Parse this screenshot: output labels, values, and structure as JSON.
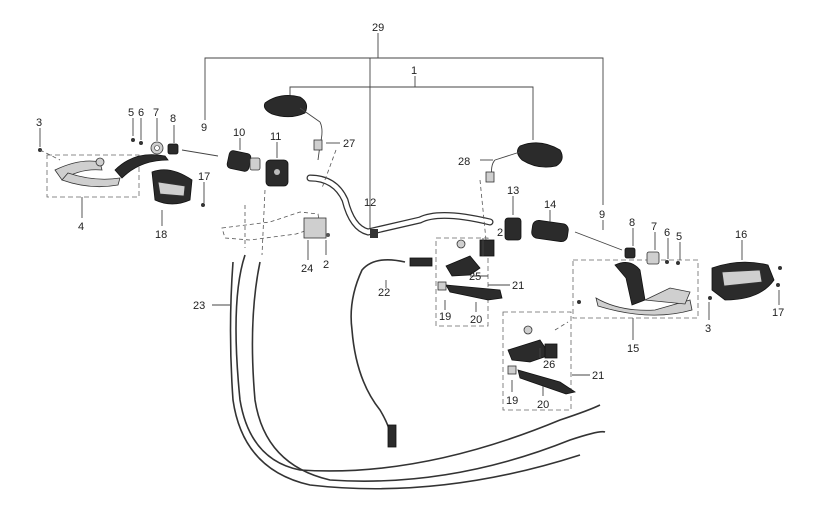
{
  "callouts": {
    "c29": "29",
    "c1": "1",
    "c3a": "3",
    "c5a": "5",
    "c6a": "6",
    "c7a": "7",
    "c8a": "8",
    "c9a": "9",
    "c10": "10",
    "c11": "11",
    "c27": "27",
    "c4": "4",
    "c18": "18",
    "c17a": "17",
    "c12": "12",
    "c24": "24",
    "c2a": "2",
    "c23": "23",
    "c22": "22",
    "c28": "28",
    "c13": "13",
    "c14": "14",
    "c9b": "9",
    "c8b": "8",
    "c7b": "7",
    "c6b": "6",
    "c5b": "5",
    "c16": "16",
    "c2b": "2",
    "c25": "25",
    "c21a": "21",
    "c19a": "19",
    "c20a": "20",
    "c3b": "3",
    "c17b": "17",
    "c15": "15",
    "c26": "26",
    "c21b": "21",
    "c19b": "19",
    "c20b": "20"
  }
}
